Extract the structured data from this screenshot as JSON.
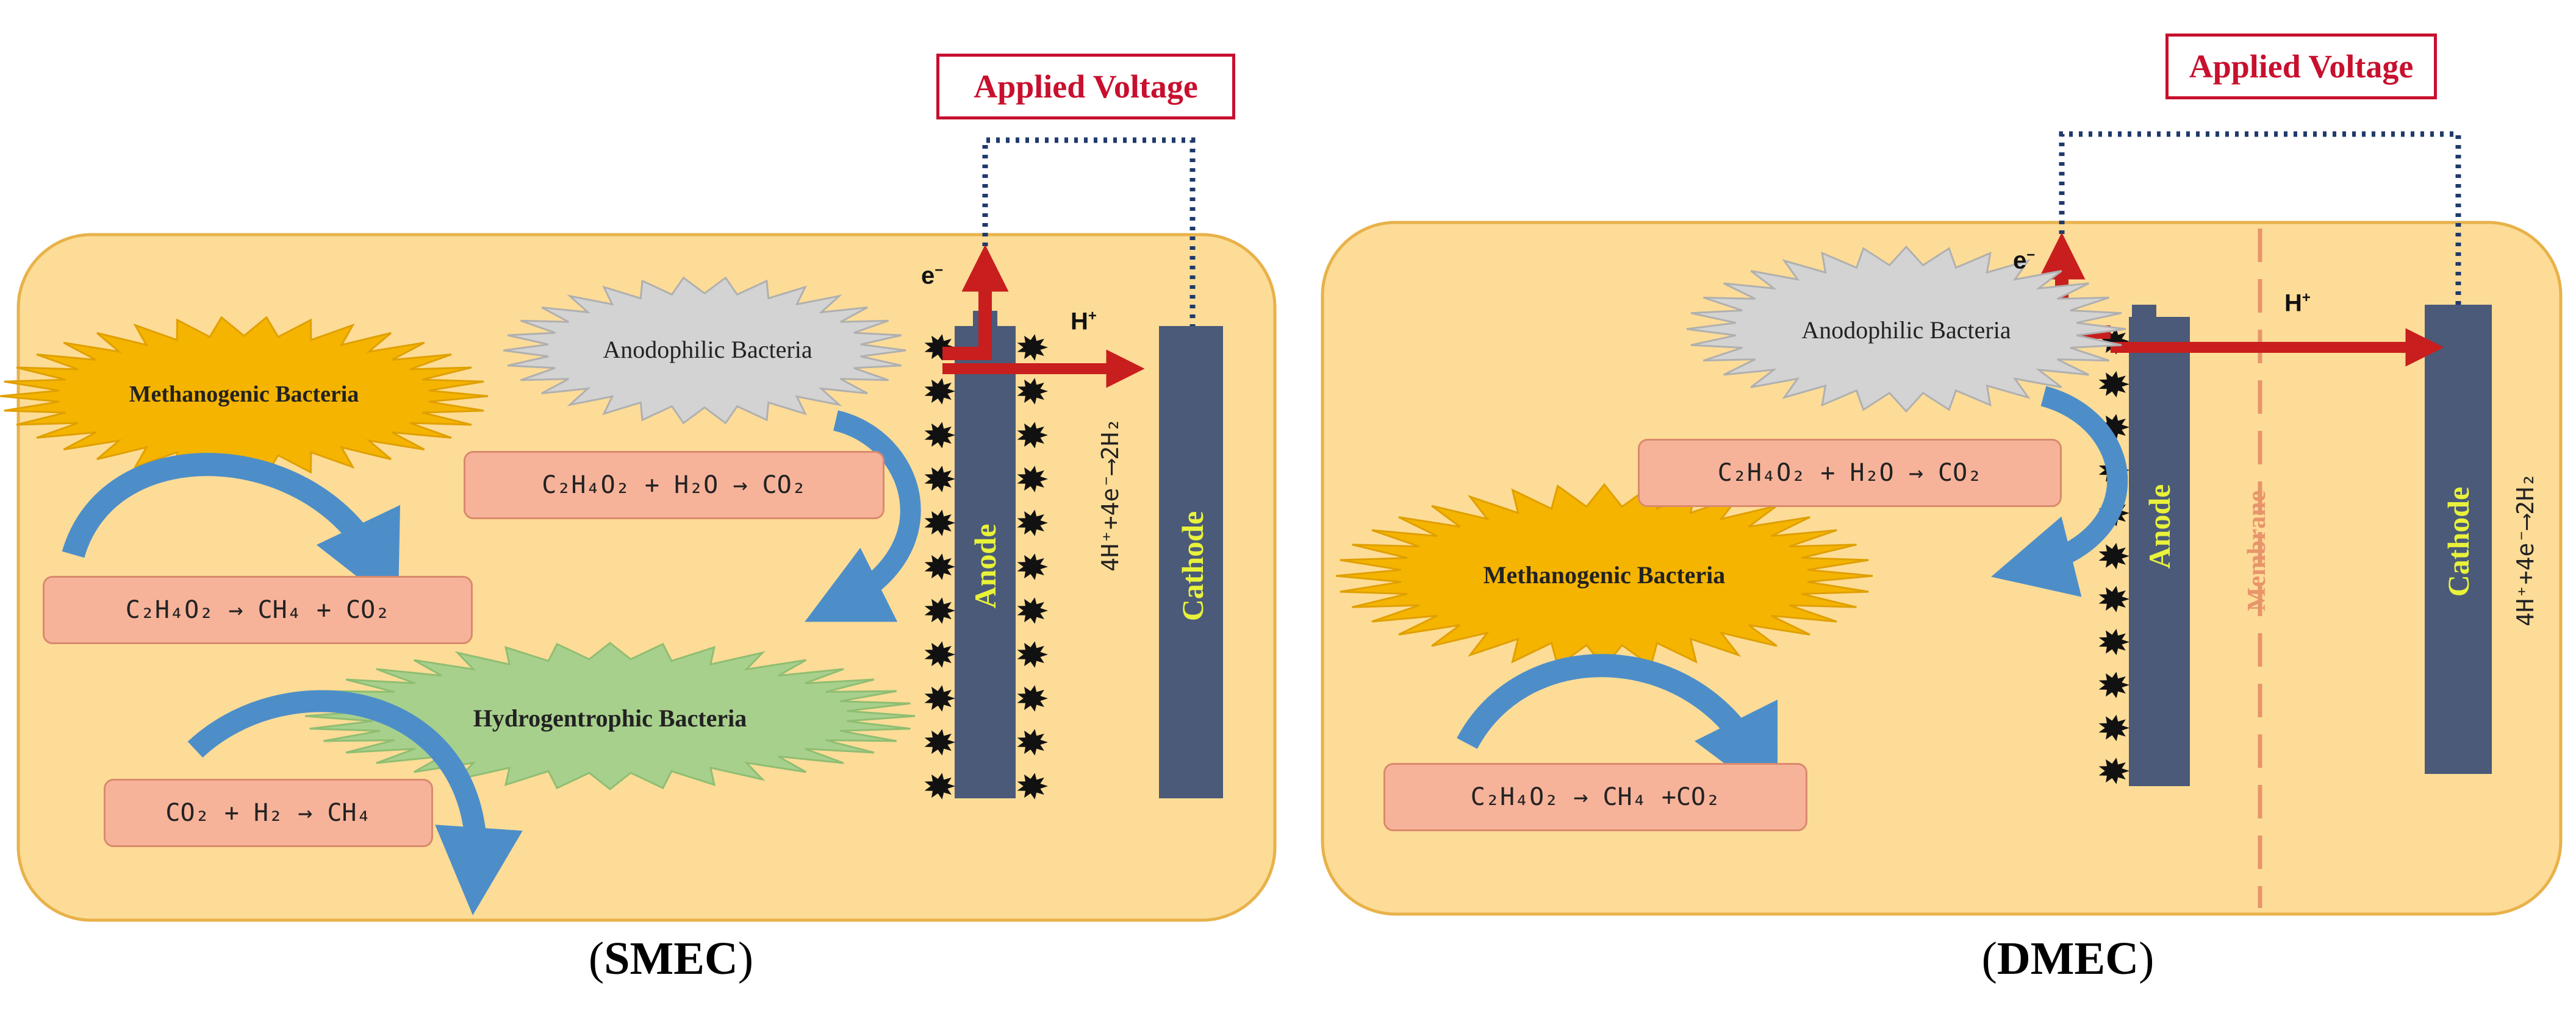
{
  "panels": [
    {
      "id": "smec",
      "caption_prefix": "(",
      "caption_main": "SMEC",
      "caption_suffix": ")",
      "applied_voltage": "Applied Voltage",
      "electron": "e",
      "proton": "H",
      "anode": "Anode",
      "cathode": "Cathode",
      "bacteria": {
        "anodophilic": "Anodophilic Bacteria",
        "methanogenic": "Methanogenic Bacteria",
        "hydrogenotrophic": "Hydrogentrophic Bacteria"
      },
      "equations": {
        "acetate_oxidation": "C₂H₄O₂ + H₂O → CO₂",
        "acetoclastic": "C₂H₄O₂ →  CH₄ + CO₂",
        "hydrogenotrophic": "CO₂ + H₂ → CH₄"
      },
      "cathode_reaction": "4H⁺+4e⁻⟶2H₂"
    },
    {
      "id": "dmec",
      "caption_prefix": "(",
      "caption_main": "DMEC",
      "caption_suffix": ")",
      "applied_voltage": "Applied Voltage",
      "electron": "e",
      "proton": "H",
      "anode": "Anode",
      "cathode": "Cathode",
      "membrane": "Membrane",
      "bacteria": {
        "anodophilic": "Anodophilic Bacteria",
        "methanogenic": "Methanogenic Bacteria"
      },
      "equations": {
        "acetate_oxidation": "C₂H₄O₂ + H₂O → CO₂",
        "acetoclastic": "C₂H₄O₂ →  CH₄ +CO₂"
      },
      "cathode_reaction": "4H⁺+4e⁻⟶2H₂"
    }
  ],
  "colors": {
    "chamber_fill": "#fddc97",
    "chamber_border": "#e8b24a",
    "electrode": "#4a5a78",
    "arrow_red": "#c81e1e",
    "arrow_blue": "#4d8ec9",
    "methanogenic": "#f5b400",
    "anodophilic": "#d3d3d3",
    "hydrogenotrophic": "#a8d08d",
    "equation_fill": "#f6b39a",
    "membrane": "#e8956b",
    "wire": "#1f3a6b"
  }
}
